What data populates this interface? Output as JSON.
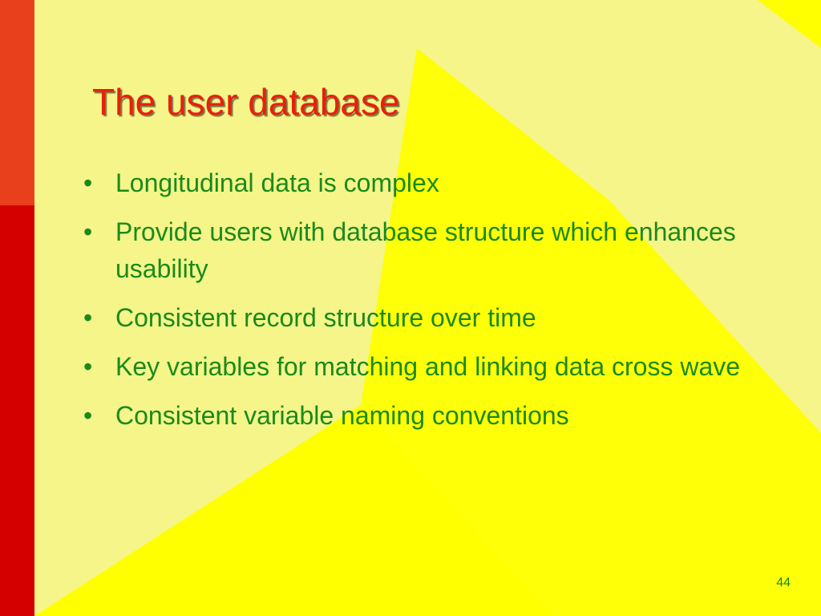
{
  "slide": {
    "title": "The user database",
    "bullets": [
      "Longitudinal data is complex",
      "Provide users with database structure which enhances usability",
      "Consistent record structure over time",
      "Key variables for matching and linking data cross wave",
      "Consistent variable naming conventions"
    ],
    "bullet_symbol": "•",
    "page_number": "44"
  },
  "colors": {
    "background_yellow": "#ffff00",
    "pale_yellow": "#f5f58a",
    "bar_top": "#e8401c",
    "bar_bottom": "#d40000",
    "title": "#e8200c",
    "body_text": "#1a8a1a"
  }
}
